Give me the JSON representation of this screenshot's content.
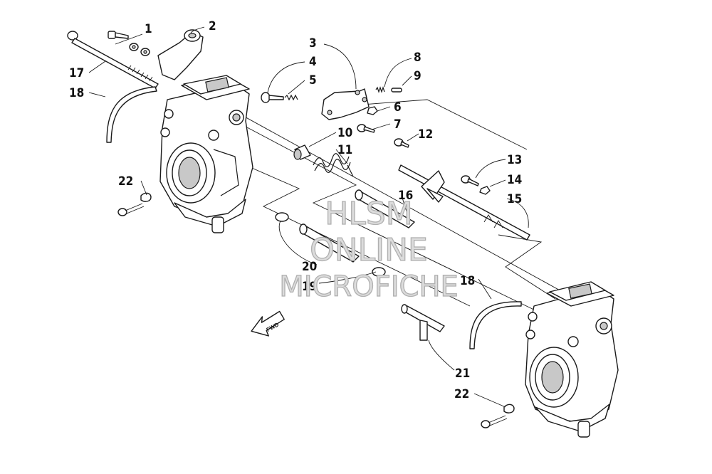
{
  "diagram": {
    "callouts": {
      "c1": "1",
      "c2": "2",
      "c3": "3",
      "c4": "4",
      "c5": "5",
      "c6": "6",
      "c7": "7",
      "c8": "8",
      "c9": "9",
      "c10": "10",
      "c11": "11",
      "c12": "12",
      "c13": "13",
      "c14": "14",
      "c15": "15",
      "c16": "16",
      "c17": "17",
      "c18a": "18",
      "c18b": "18",
      "c19": "19",
      "c20": "20",
      "c21": "21",
      "c22a": "22",
      "c22b": "22"
    },
    "fwd_label": "FWD",
    "watermark": {
      "line1": "HLSM",
      "line2": "ONLINE",
      "line3": "MICROFICHE"
    }
  }
}
